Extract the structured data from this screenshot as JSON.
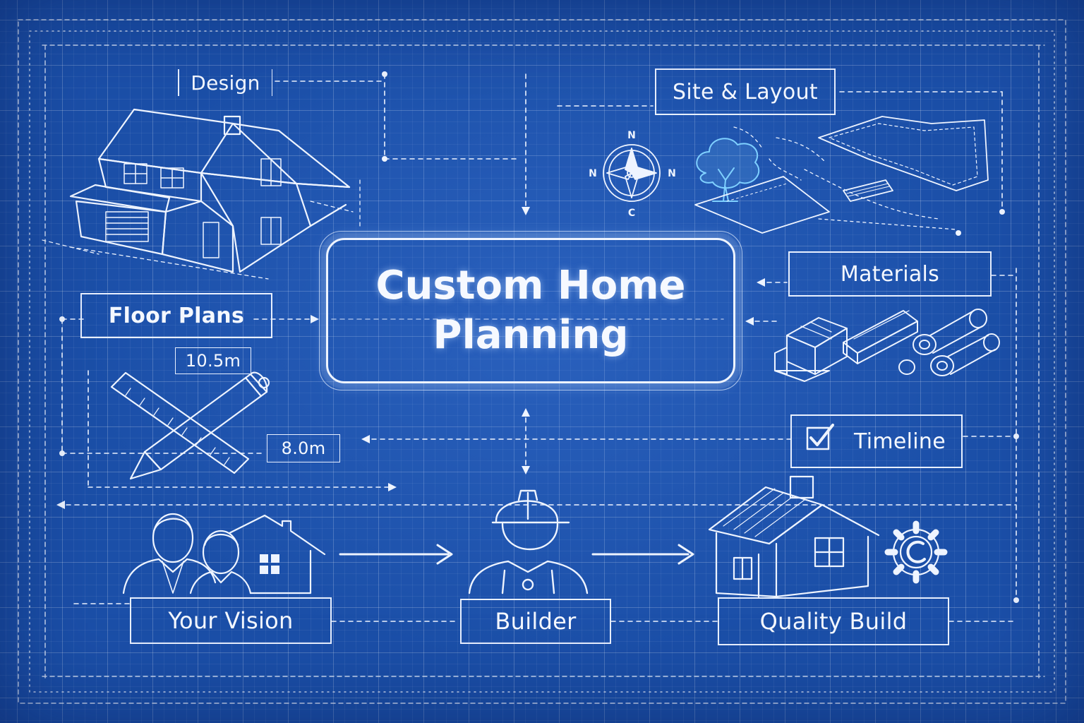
{
  "title": {
    "line1": "Custom Home",
    "line2": "Planning"
  },
  "labels": {
    "design": "Design",
    "site_layout": "Site & Layout",
    "floor_plans": "Floor Plans",
    "materials": "Materials",
    "dim_width": "10.5m",
    "dim_height": "8.0m",
    "timeline": "Timeline",
    "your_vision": "Your Vision",
    "builder": "Builder",
    "quality_build": "Quality Build"
  },
  "compass": {
    "north": "N",
    "west": "N",
    "east": "N",
    "south": "C"
  },
  "colors": {
    "background": "#1b4fa8",
    "line": "#eef4ff",
    "tree_accent": "#7fd0ff"
  },
  "icons": [
    "house-isometric-icon",
    "compass-icon",
    "tree-icon",
    "site-plan-icon",
    "ruler-pencil-icon",
    "materials-stack-icon",
    "checkbox-icon",
    "people-icon",
    "worker-icon",
    "house-icon",
    "gear-icon"
  ]
}
